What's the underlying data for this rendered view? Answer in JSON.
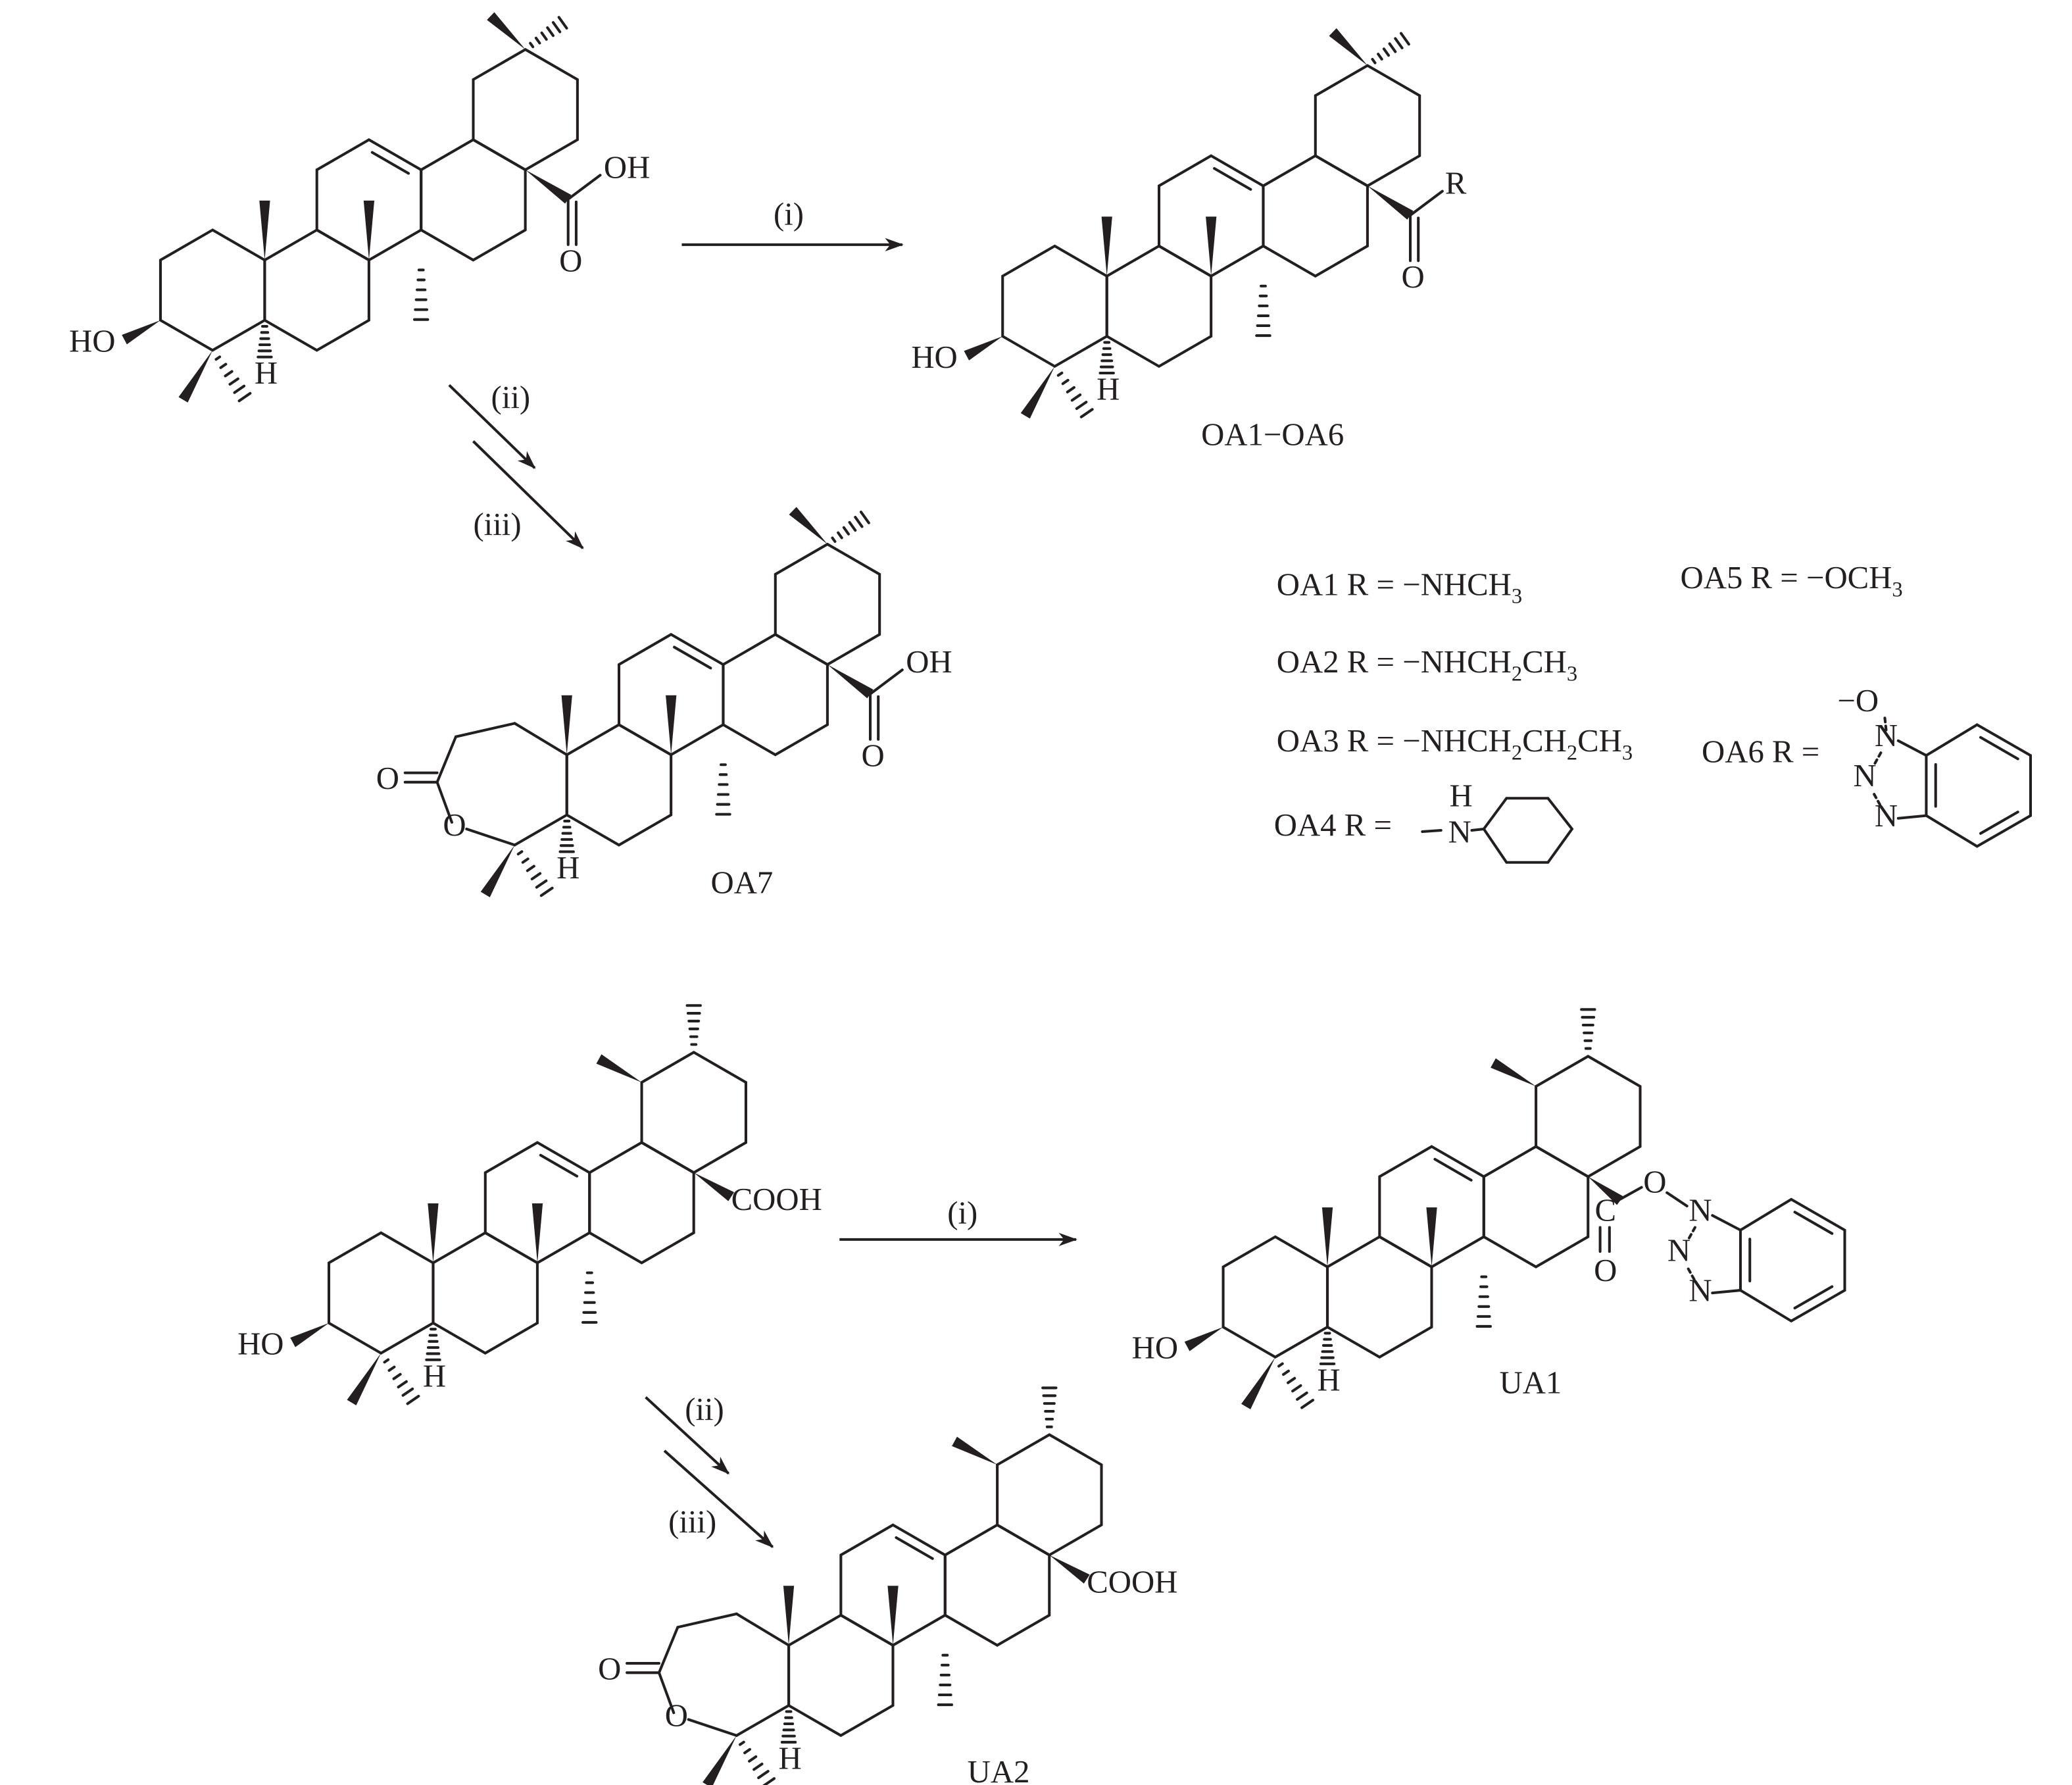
{
  "reagents": {
    "i": "(i)",
    "ii": "(ii)",
    "iii": "(iii)"
  },
  "atoms": {
    "HO": "HO",
    "H": "H",
    "OH": "OH",
    "O": "O",
    "R": "R",
    "COOH": "COOH",
    "N": "N",
    "C": "C",
    "O_dash": "−O"
  },
  "compounds": {
    "oa_series": "OA1−OA6",
    "oa7": "OA7",
    "ua1": "UA1",
    "ua2": "UA2"
  },
  "legend": [
    {
      "id": "oa1",
      "parts": [
        "OA1 R = −NHCH",
        "3"
      ]
    },
    {
      "id": "oa2",
      "parts": [
        "OA2 R = −NHCH",
        "2",
        "CH",
        "3"
      ]
    },
    {
      "id": "oa3",
      "parts": [
        "OA3 R = −NHCH",
        "2",
        "CH",
        "2",
        "CH",
        "3"
      ]
    },
    {
      "id": "oa4",
      "parts": [
        "OA4 R = "
      ]
    },
    {
      "id": "oa5",
      "parts": [
        "OA5 R = −OCH",
        "3"
      ]
    },
    {
      "id": "oa6",
      "parts": [
        "OA6 R = "
      ]
    }
  ],
  "colors": {
    "ink": "#231f20",
    "background": "#ffffff"
  }
}
